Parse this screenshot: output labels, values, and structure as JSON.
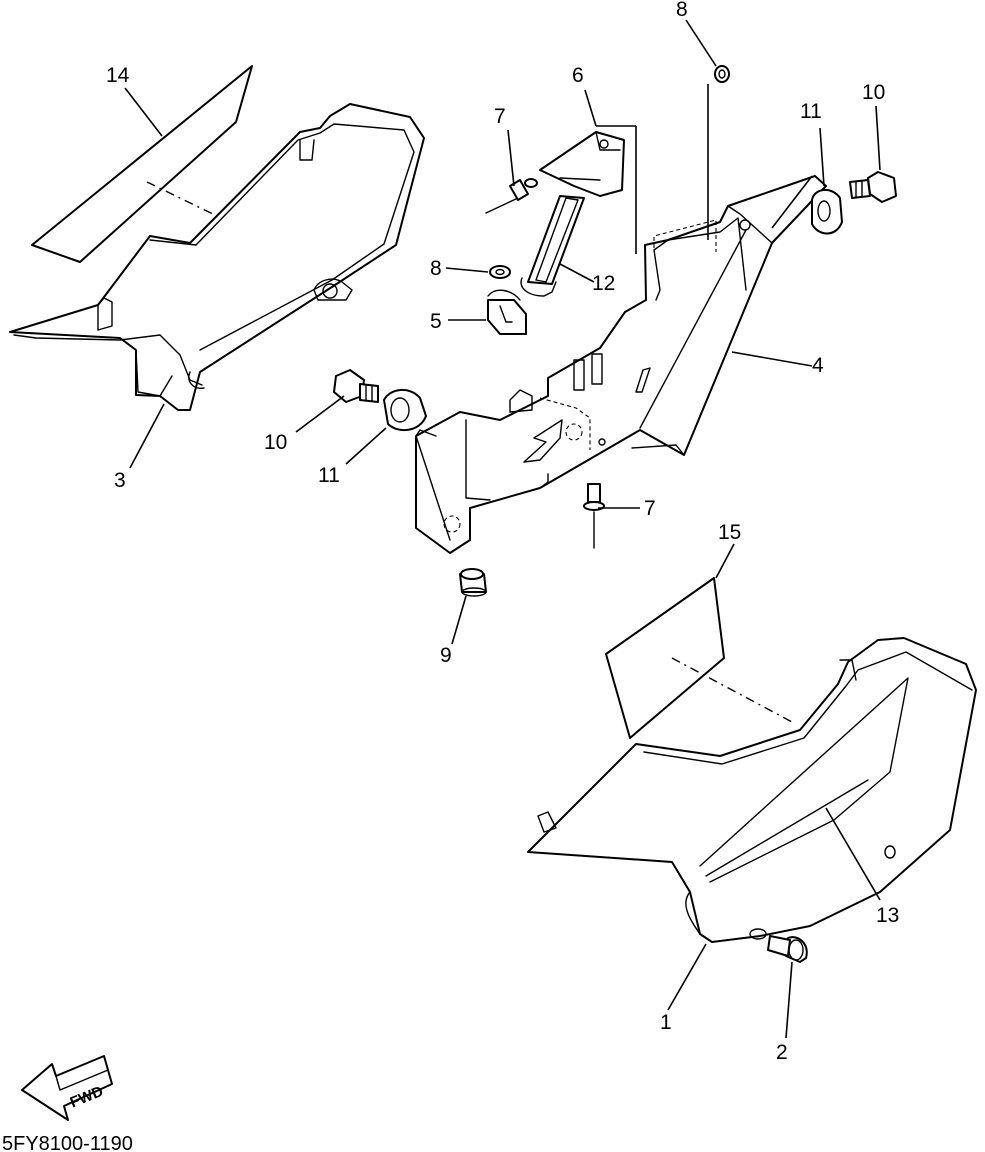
{
  "diagram": {
    "code": "5FY8100-1190",
    "fwd_label": "FWD",
    "callouts": [
      "1",
      "2",
      "3",
      "4",
      "5",
      "6",
      "7",
      "7",
      "8",
      "8",
      "9",
      "10",
      "10",
      "11",
      "11",
      "12",
      "13",
      "14",
      "15"
    ]
  }
}
